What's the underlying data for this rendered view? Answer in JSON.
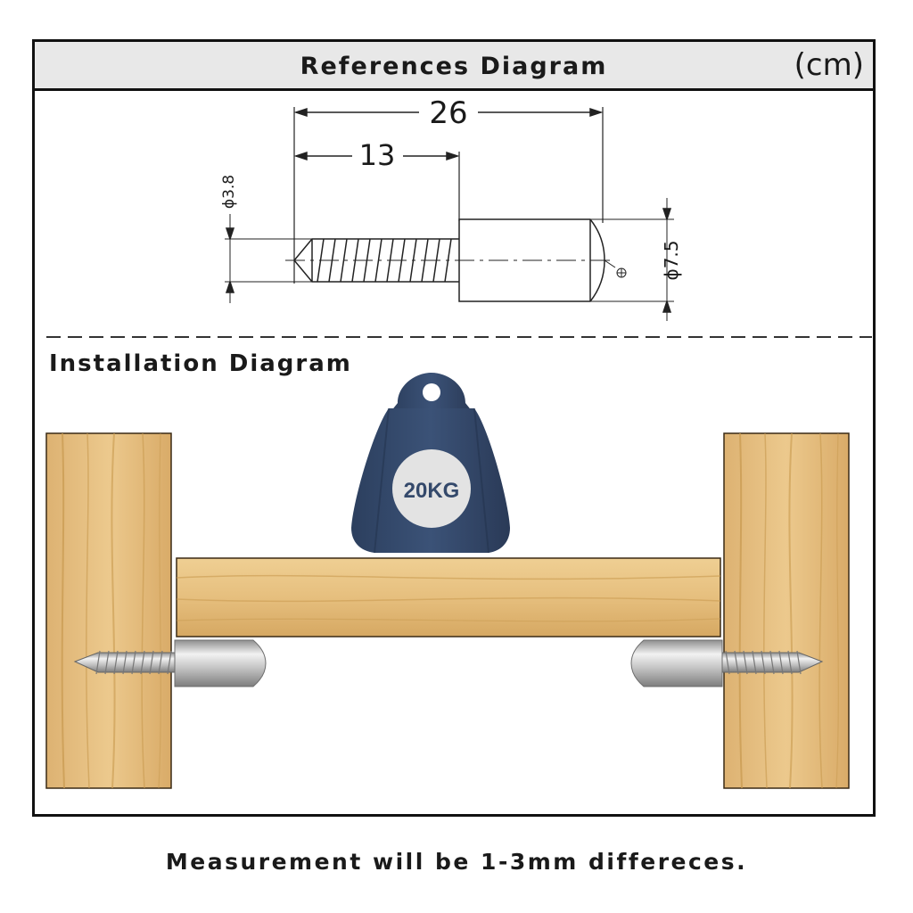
{
  "reference": {
    "title": "References Diagram",
    "unit": "(cm)",
    "dims": {
      "total_length": "26",
      "thread_length": "13",
      "thread_diameter": "ϕ3.8",
      "sleeve_diameter": "ϕ7.5"
    }
  },
  "installation": {
    "title": "Installation Diagram",
    "weight_label": "20KG"
  },
  "footer_note": "Measurement will be 1-3mm differeces.",
  "colors": {
    "wood": "#e6bf7e",
    "wood_dark": "#c99a55",
    "weight": "#34496b",
    "metal": "#c7c7c7"
  }
}
